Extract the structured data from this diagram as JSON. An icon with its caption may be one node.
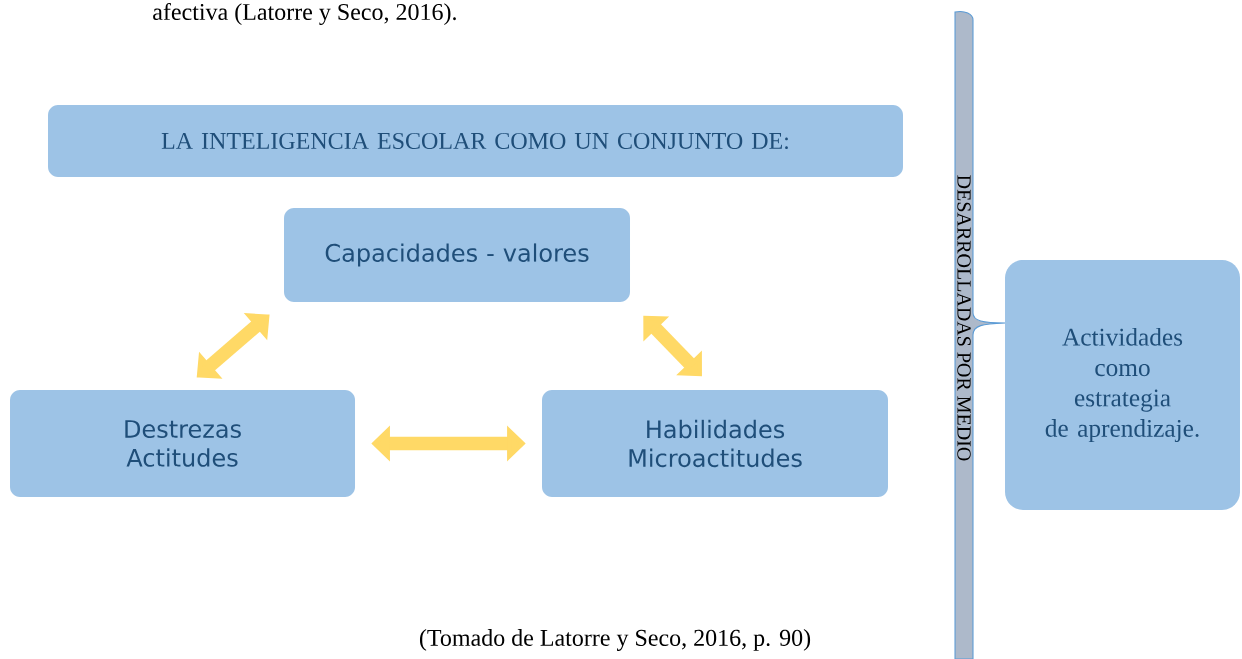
{
  "diagram": {
    "nodes": [
      {
        "text": [
          "LA INTELIGENCIA ESCOLAR COMO UN CONJUNTO DE:"
        ]
      },
      {
        "text": [
          "Capacidades - valores"
        ]
      },
      {
        "text": [
          "Destrezas Actitudes"
        ]
      },
      {
        "text": [
          "Habilidades Microactitudes"
        ]
      },
      {
        "text": [
          "DESARROLLADAS POR MEDIO"
        ]
      },
      {
        "text": [
          "Actividades como estrategia de aprendizaje."
        ]
      }
    ],
    "edges": [
      {
        "from": 1,
        "to": 2,
        "arrow": "both"
      },
      {
        "from": 1,
        "to": 3,
        "arrow": "both"
      },
      {
        "from": 2,
        "to": 3,
        "arrow": "both"
      }
    ],
    "labels": [
      "afectiva (Latorre y Seco, 2016).",
      "(Tomado de Latorre y Seco, 2016, p. 90)"
    ]
  }
}
